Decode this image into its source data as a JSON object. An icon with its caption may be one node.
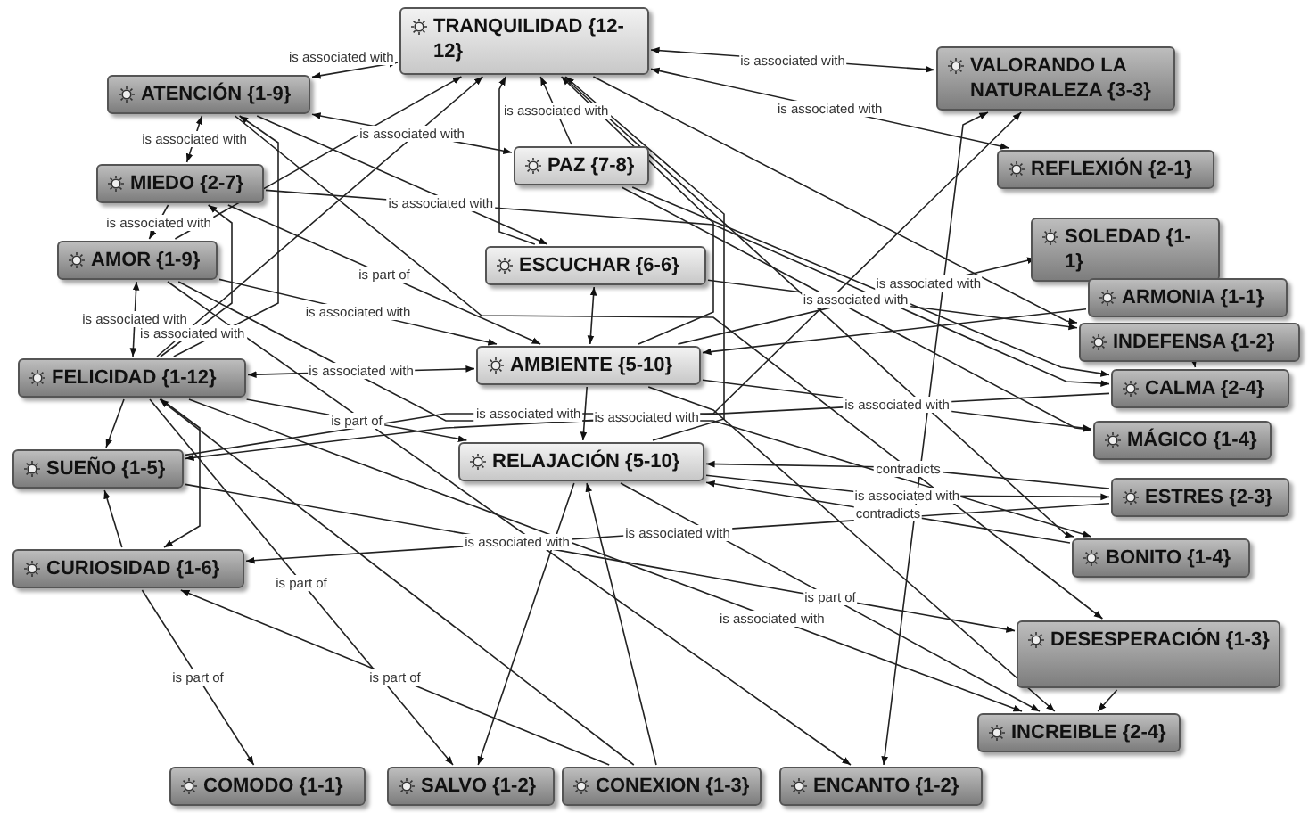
{
  "diagram": {
    "nodes": [
      {
        "text": [
          "TRANQUILIDAD {12-12}"
        ]
      },
      {
        "text": [
          "VALORANDO LA NATURALEZA {3-3}"
        ]
      },
      {
        "text": [
          "ATENCIÓN {1-9}"
        ]
      },
      {
        "text": [
          "PAZ {7-8}"
        ]
      },
      {
        "text": [
          "REFLEXIÓN {2-1}"
        ]
      },
      {
        "text": [
          "MIEDO {2-7}"
        ]
      },
      {
        "text": [
          "SOLEDAD {1-1}"
        ]
      },
      {
        "text": [
          "AMOR {1-9}"
        ]
      },
      {
        "text": [
          "ESCUCHAR {6-6}"
        ]
      },
      {
        "text": [
          "ARMONIA {1-1}"
        ]
      },
      {
        "text": [
          "INDEFENSA {1-2}"
        ]
      },
      {
        "text": [
          "FELICIDAD {1-12}"
        ]
      },
      {
        "text": [
          "AMBIENTE {5-10}"
        ]
      },
      {
        "text": [
          "CALMA {2-4}"
        ]
      },
      {
        "text": [
          "MÁGICO {1-4}"
        ]
      },
      {
        "text": [
          "SUEÑO {1-5}"
        ]
      },
      {
        "text": [
          "RELAJACIÓN {5-10}"
        ]
      },
      {
        "text": [
          "ESTRES {2-3}"
        ]
      },
      {
        "text": [
          "BONITO {1-4}"
        ]
      },
      {
        "text": [
          "CURIOSIDAD {1-6}"
        ]
      },
      {
        "text": [
          "DESESPERACIÓN {1-3}"
        ]
      },
      {
        "text": [
          "INCREIBLE {2-4}"
        ]
      },
      {
        "text": [
          "COMODO {1-1}"
        ]
      },
      {
        "text": [
          "SALVO {1-2}"
        ]
      },
      {
        "text": [
          "CONEXION {1-3}"
        ]
      },
      {
        "text": [
          "ENCANTO {1-2}"
        ]
      }
    ],
    "edges": [
      {
        "from": 0,
        "to": 2,
        "arrow": "both",
        "label": "is associated with"
      },
      {
        "from": 0,
        "to": 1,
        "arrow": "both",
        "label": "is associated with"
      },
      {
        "from": 0,
        "to": 4,
        "arrow": "both",
        "label": "is associated with"
      },
      {
        "from": 2,
        "to": 3,
        "arrow": "both",
        "label": "is associated with"
      },
      {
        "from": 3,
        "to": 0,
        "arrow": "to",
        "label": "is associated with"
      },
      {
        "from": 8,
        "to": 0,
        "arrow": "to"
      },
      {
        "from": 12,
        "to": 0,
        "arrow": "to"
      },
      {
        "from": 16,
        "to": 0,
        "arrow": "to"
      },
      {
        "from": 11,
        "to": 0,
        "arrow": "to"
      },
      {
        "from": 7,
        "to": 0,
        "arrow": "to"
      },
      {
        "from": 2,
        "to": 5,
        "arrow": "both",
        "label": "is associated with"
      },
      {
        "from": 5,
        "to": 7,
        "arrow": "to",
        "label": "is associated with"
      },
      {
        "from": 7,
        "to": 11,
        "arrow": "both",
        "label": "is associated with"
      },
      {
        "from": 11,
        "to": 5,
        "arrow": "to",
        "label": "is associated with"
      },
      {
        "from": 11,
        "to": 2,
        "arrow": "to"
      },
      {
        "from": 11,
        "to": 15,
        "arrow": "to"
      },
      {
        "from": 11,
        "to": 19,
        "arrow": "to"
      },
      {
        "from": 19,
        "to": 15,
        "arrow": "to"
      },
      {
        "from": 19,
        "to": 22,
        "arrow": "to",
        "label": "is part of"
      },
      {
        "from": 11,
        "to": 23,
        "arrow": "to",
        "label": "is part of"
      },
      {
        "from": 16,
        "to": 23,
        "arrow": "to"
      },
      {
        "from": 24,
        "to": 19,
        "arrow": "to",
        "label": "is part of"
      },
      {
        "from": 24,
        "to": 11,
        "arrow": "to"
      },
      {
        "from": 24,
        "to": 16,
        "arrow": "to"
      },
      {
        "from": 1,
        "to": 25,
        "arrow": "both"
      },
      {
        "from": 15,
        "to": 1,
        "arrow": "to",
        "label": "is associated with"
      },
      {
        "from": 12,
        "to": 6,
        "arrow": "to",
        "label": "is associated with"
      },
      {
        "from": 8,
        "to": 10,
        "arrow": "to",
        "label": "is associated with"
      },
      {
        "from": 3,
        "to": 13,
        "arrow": "to"
      },
      {
        "from": 3,
        "to": 14,
        "arrow": "to"
      },
      {
        "from": 0,
        "to": 10,
        "arrow": "to"
      },
      {
        "from": 0,
        "to": 18,
        "arrow": "to"
      },
      {
        "from": 2,
        "to": 20,
        "arrow": "to"
      },
      {
        "from": 5,
        "to": 13,
        "arrow": "to",
        "label": "is associated with"
      },
      {
        "from": 12,
        "to": 21,
        "arrow": "to"
      },
      {
        "from": 16,
        "to": 21,
        "arrow": "to",
        "label": "is part of"
      },
      {
        "from": 7,
        "to": 25,
        "arrow": "to"
      },
      {
        "from": 11,
        "to": 21,
        "arrow": "to",
        "label": "is associated with"
      },
      {
        "from": 15,
        "to": 20,
        "arrow": "to",
        "label": "is associated with"
      },
      {
        "from": 17,
        "to": 16,
        "arrow": "to",
        "label": "contradicts"
      },
      {
        "from": 18,
        "to": 16,
        "arrow": "to",
        "label": "contradicts"
      },
      {
        "from": 16,
        "to": 17,
        "arrow": "to",
        "label": "is associated with"
      },
      {
        "from": 12,
        "to": 14,
        "arrow": "to",
        "label": "is associated with"
      },
      {
        "from": 11,
        "to": 12,
        "arrow": "both",
        "label": "is associated with"
      },
      {
        "from": 11,
        "to": 16,
        "arrow": "to",
        "label": "is part of"
      },
      {
        "from": 7,
        "to": 12,
        "arrow": "to",
        "label": "is associated with"
      },
      {
        "from": 5,
        "to": 12,
        "arrow": "to",
        "label": "is part of"
      },
      {
        "from": 2,
        "to": 8,
        "arrow": "to"
      },
      {
        "from": 8,
        "to": 12,
        "arrow": "both"
      },
      {
        "from": 12,
        "to": 16,
        "arrow": "to"
      },
      {
        "from": 13,
        "to": 15,
        "arrow": "to",
        "label": "is associated with"
      },
      {
        "from": 17,
        "to": 19,
        "arrow": "to",
        "label": "is associated with"
      },
      {
        "from": 10,
        "to": 13,
        "arrow": "to"
      },
      {
        "from": 20,
        "to": 21,
        "arrow": "to"
      },
      {
        "from": 9,
        "to": 12,
        "arrow": "to"
      },
      {
        "from": 7,
        "to": 18,
        "arrow": "to"
      }
    ]
  }
}
